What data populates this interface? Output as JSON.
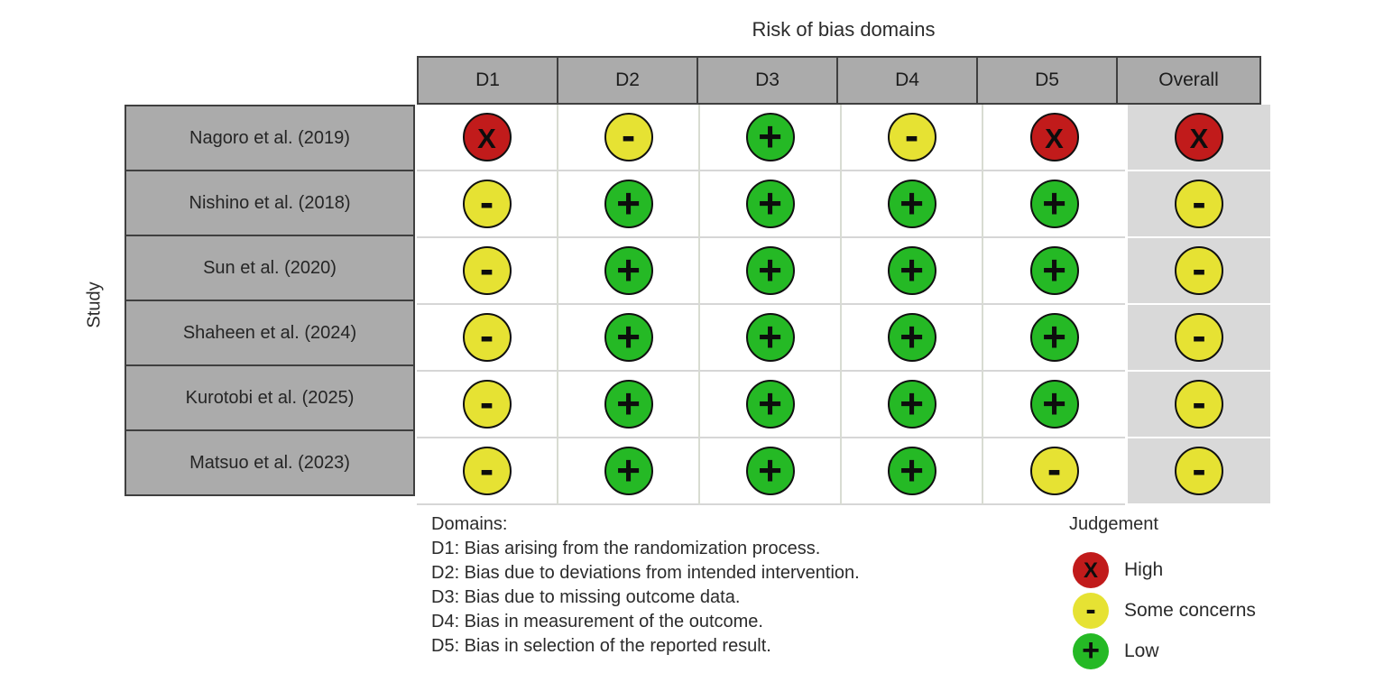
{
  "figure": {
    "title": "Risk of bias domains",
    "y_axis_label": "Study"
  },
  "table": {
    "columns": [
      "D1",
      "D2",
      "D3",
      "D4",
      "D5",
      "Overall"
    ],
    "rows": [
      {
        "study": "Nagoro et al. (2019)",
        "judgements": [
          "high",
          "some_concerns",
          "low",
          "some_concerns",
          "high",
          "high"
        ]
      },
      {
        "study": "Nishino et al. (2018)",
        "judgements": [
          "some_concerns",
          "low",
          "low",
          "low",
          "low",
          "some_concerns"
        ]
      },
      {
        "study": "Sun et al. (2020)",
        "judgements": [
          "some_concerns",
          "low",
          "low",
          "low",
          "low",
          "some_concerns"
        ]
      },
      {
        "study": "Shaheen et al. (2024)",
        "judgements": [
          "some_concerns",
          "low",
          "low",
          "low",
          "low",
          "some_concerns"
        ]
      },
      {
        "study": "Kurotobi et al. (2025)",
        "judgements": [
          "some_concerns",
          "low",
          "low",
          "low",
          "low",
          "some_concerns"
        ]
      },
      {
        "study": "Matsuo et al. (2023)",
        "judgements": [
          "some_concerns",
          "low",
          "low",
          "low",
          "some_concerns",
          "some_concerns"
        ]
      }
    ]
  },
  "judgement_styles": {
    "high": {
      "label": "High",
      "symbol": "X",
      "color": "#c11b1b"
    },
    "some_concerns": {
      "label": "Some concerns",
      "symbol": "-",
      "color": "#e6e233"
    },
    "low": {
      "label": "Low",
      "symbol": "+",
      "color": "#25b925"
    }
  },
  "domains_note": {
    "heading": "Domains:",
    "items": [
      "D1: Bias arising from the randomization process.",
      "D2: Bias due to deviations from intended intervention.",
      "D3: Bias due to missing outcome data.",
      "D4: Bias in measurement of the outcome.",
      "D5: Bias in selection of the reported result."
    ]
  },
  "legend": {
    "title": "Judgement",
    "items": [
      "high",
      "some_concerns",
      "low"
    ]
  },
  "colors": {
    "header_bg": "#ababab",
    "study_bg": "#ababab",
    "overall_bg": "#d9d9d9",
    "grid_dark": "#3f3f3f",
    "grid_light": "#d6d6d6",
    "high": "#c11b1b",
    "some_concerns": "#e6e233",
    "low": "#25b925"
  },
  "chart_data": {
    "type": "heatmap",
    "title": "Risk of bias domains",
    "xlabel": "Risk of bias domains",
    "ylabel": "Study",
    "x_categories": [
      "D1",
      "D2",
      "D3",
      "D4",
      "D5",
      "Overall"
    ],
    "y_categories": [
      "Nagoro et al. (2019)",
      "Nishino et al. (2018)",
      "Sun et al. (2020)",
      "Shaheen et al. (2024)",
      "Kurotobi et al. (2025)",
      "Matsuo et al. (2023)"
    ],
    "values": [
      [
        "High",
        "Some concerns",
        "Low",
        "Some concerns",
        "High",
        "High"
      ],
      [
        "Some concerns",
        "Low",
        "Low",
        "Low",
        "Low",
        "Some concerns"
      ],
      [
        "Some concerns",
        "Low",
        "Low",
        "Low",
        "Low",
        "Some concerns"
      ],
      [
        "Some concerns",
        "Low",
        "Low",
        "Low",
        "Low",
        "Some concerns"
      ],
      [
        "Some concerns",
        "Low",
        "Low",
        "Low",
        "Low",
        "Some concerns"
      ],
      [
        "Some concerns",
        "Low",
        "Low",
        "Low",
        "Some concerns",
        "Some concerns"
      ]
    ],
    "legend_position": "bottom-right",
    "legend_entries": [
      {
        "label": "High",
        "symbol": "X",
        "color": "#c11b1b"
      },
      {
        "label": "Some concerns",
        "symbol": "-",
        "color": "#e6e233"
      },
      {
        "label": "Low",
        "symbol": "+",
        "color": "#25b925"
      }
    ],
    "grid": true
  }
}
